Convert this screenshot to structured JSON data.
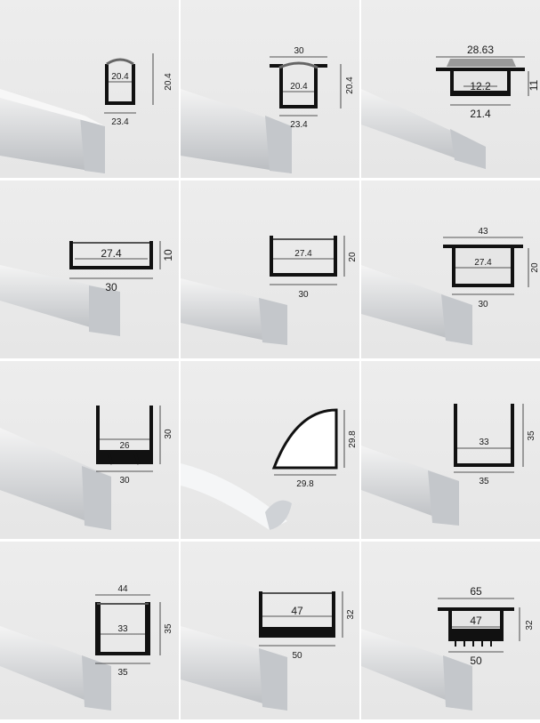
{
  "profiles": [
    {
      "id": "p1",
      "dims": {
        "width": "23.4",
        "inner": "20.4",
        "height": "20.4"
      }
    },
    {
      "id": "p2",
      "dims": {
        "top": "30",
        "inner": "20.4",
        "width": "23.4",
        "height": "20.4"
      }
    },
    {
      "id": "p3",
      "dims": {
        "top": "28.63",
        "inner": "12.2",
        "width": "21.4",
        "height": "11"
      }
    },
    {
      "id": "p4",
      "dims": {
        "inner": "27.4",
        "width": "30",
        "height": "10"
      }
    },
    {
      "id": "p5",
      "dims": {
        "inner": "27.4",
        "width": "30",
        "height": "20"
      }
    },
    {
      "id": "p6",
      "dims": {
        "top": "43",
        "inner": "27.4",
        "width": "30",
        "height": "20"
      }
    },
    {
      "id": "p7",
      "dims": {
        "inner": "26",
        "width": "30",
        "height": "30"
      }
    },
    {
      "id": "p8",
      "dims": {
        "width": "29.8",
        "height": "29.8"
      }
    },
    {
      "id": "p9",
      "dims": {
        "inner": "33",
        "width": "35",
        "height": "35"
      }
    },
    {
      "id": "p10",
      "dims": {
        "top": "44",
        "inner": "33",
        "width": "35",
        "height": "35"
      }
    },
    {
      "id": "p11",
      "dims": {
        "inner": "47",
        "width": "50",
        "height": "32"
      }
    },
    {
      "id": "p12",
      "dims": {
        "top": "65",
        "inner": "47",
        "width": "50",
        "height": "32"
      }
    }
  ]
}
